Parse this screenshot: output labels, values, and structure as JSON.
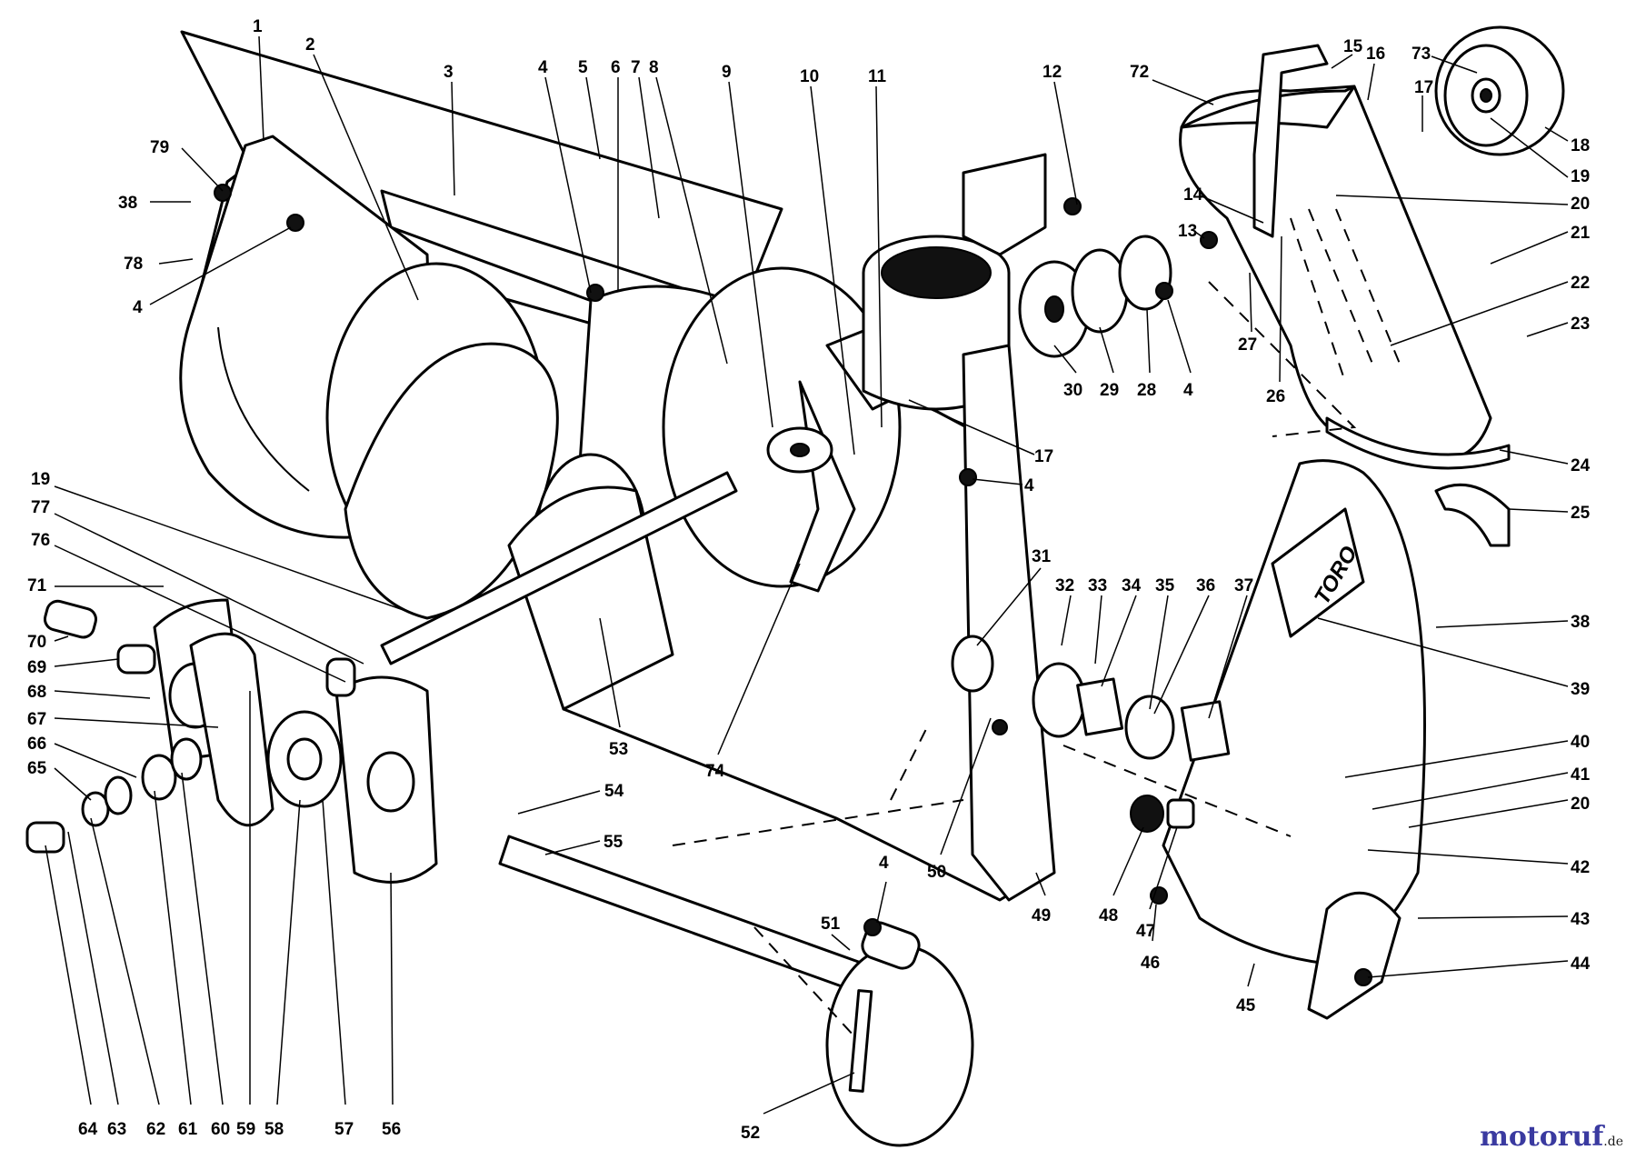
{
  "diagram": {
    "part_numbers": [
      "1",
      "2",
      "3",
      "4",
      "5",
      "6",
      "7",
      "8",
      "9",
      "10",
      "11",
      "12",
      "72",
      "15",
      "16",
      "73",
      "17",
      "18",
      "19",
      "20",
      "21",
      "22",
      "23",
      "79",
      "38",
      "78",
      "4",
      "14",
      "13",
      "27",
      "26",
      "30",
      "29",
      "28",
      "4",
      "24",
      "25",
      "17",
      "4",
      "19",
      "77",
      "76",
      "71",
      "70",
      "69",
      "68",
      "67",
      "66",
      "65",
      "31",
      "32",
      "33",
      "34",
      "35",
      "36",
      "37",
      "38",
      "39",
      "53",
      "74",
      "54",
      "55",
      "40",
      "41",
      "20",
      "42",
      "43",
      "44",
      "50",
      "49",
      "48",
      "47",
      "46",
      "45",
      "51",
      "4",
      "52",
      "64",
      "63",
      "62",
      "61",
      "60",
      "59",
      "58",
      "57",
      "56"
    ],
    "brand_plate": "TORO"
  },
  "watermark": {
    "brand": "motoruf",
    "tld": ".de"
  }
}
